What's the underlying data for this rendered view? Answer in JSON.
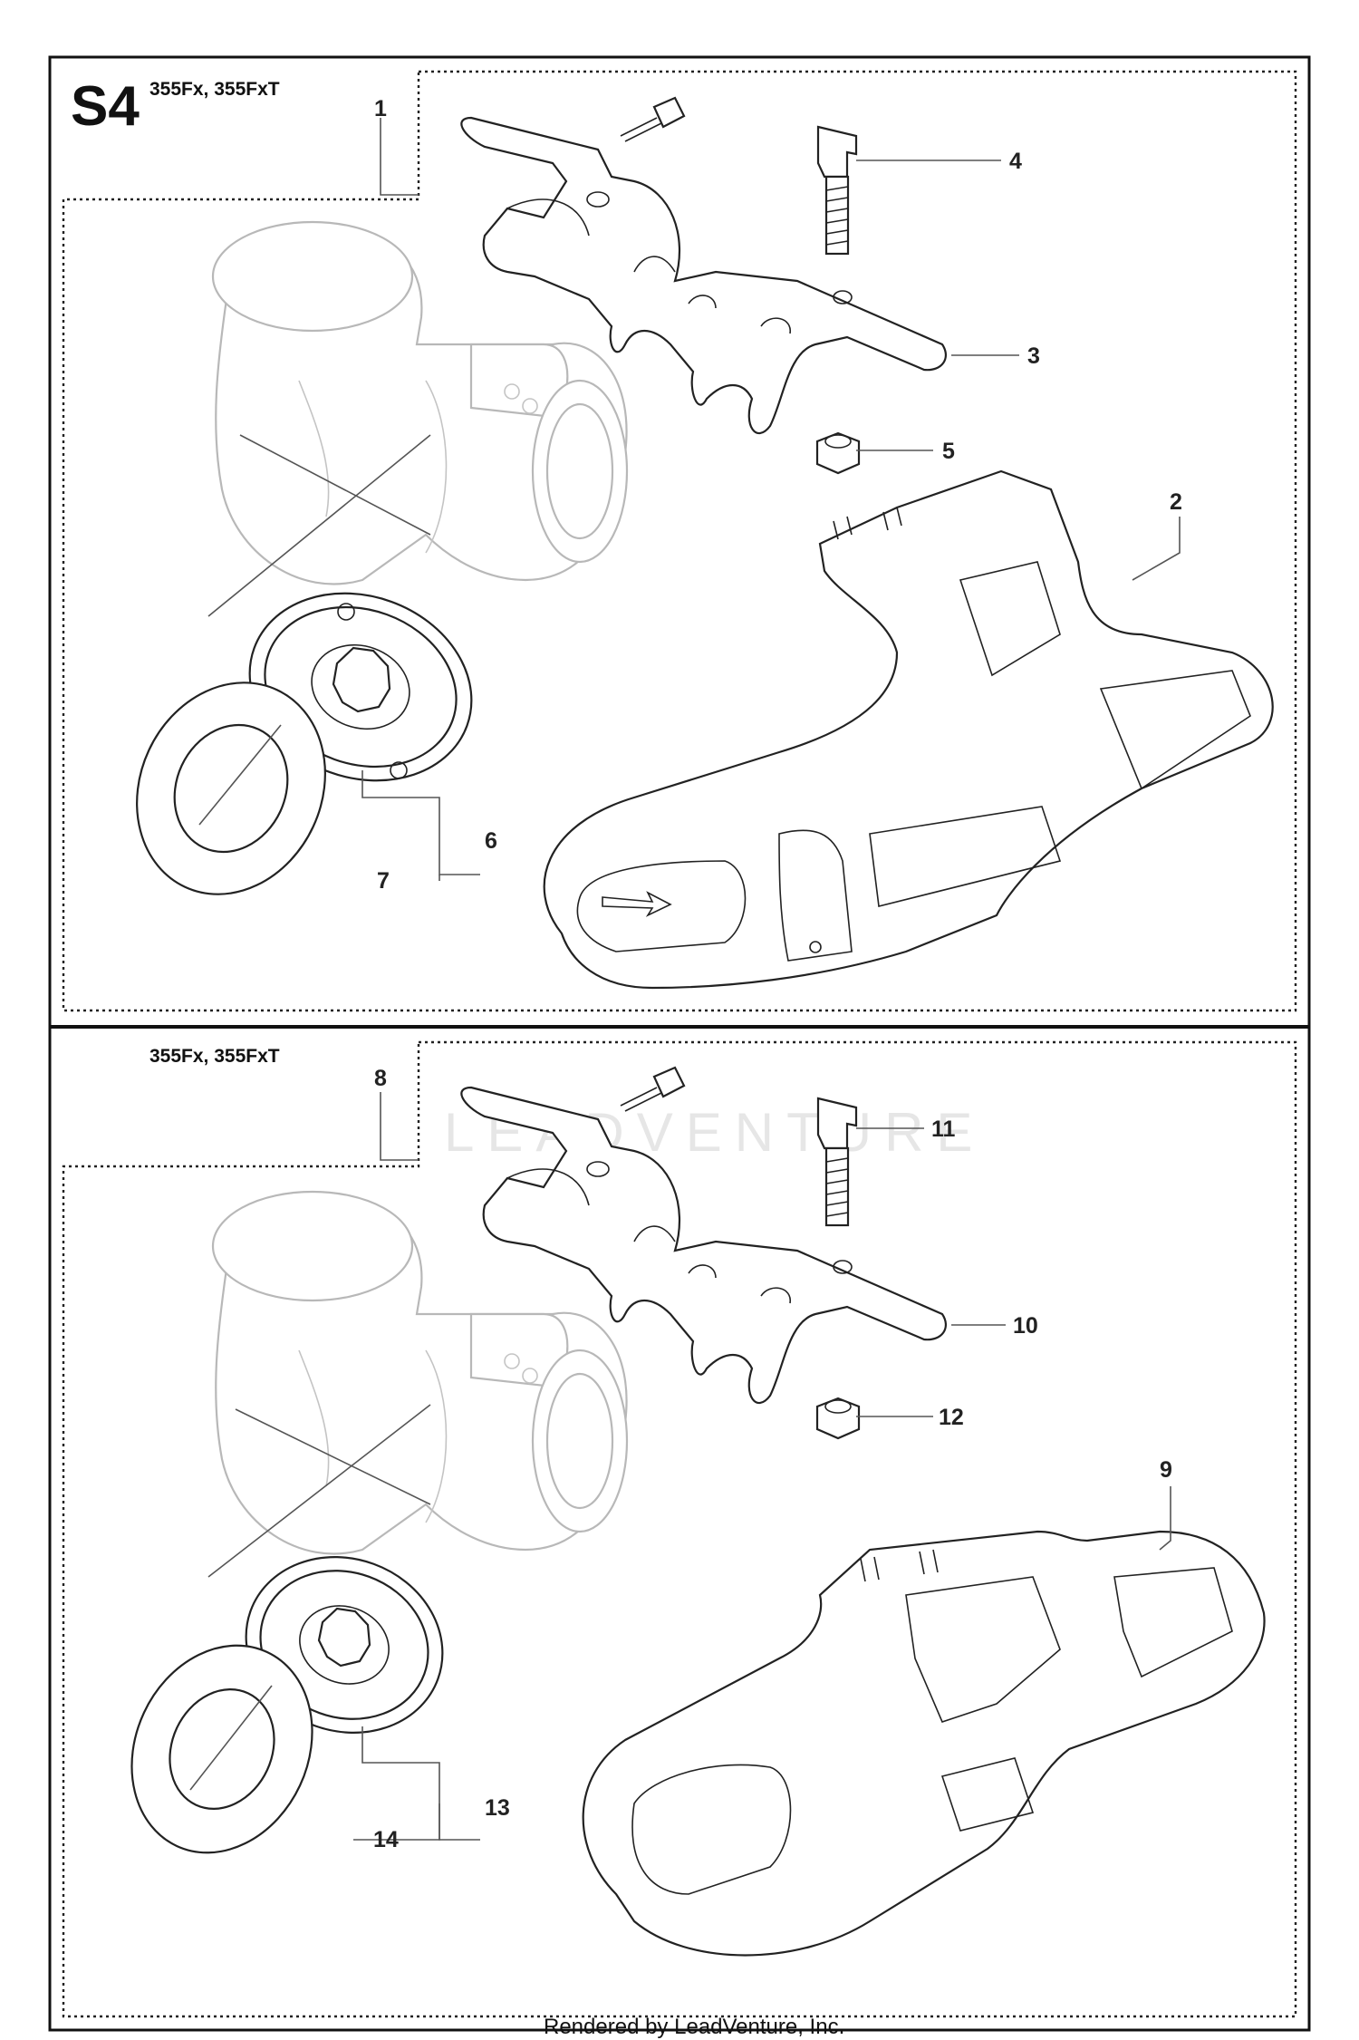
{
  "section": {
    "id": "S4",
    "models": "355Fx, 355FxT"
  },
  "lower_section": {
    "models": "355Fx, 355FxT"
  },
  "callouts": {
    "c1": "1",
    "c2": "2",
    "c3": "3",
    "c4": "4",
    "c5": "5",
    "c6": "6",
    "c7": "7",
    "c8": "8",
    "c9": "9",
    "c10": "10",
    "c11": "11",
    "c12": "12",
    "c13": "13",
    "c14": "14"
  },
  "watermark": "LEADVENTURE",
  "footer": "Rendered by LeadVenture, Inc."
}
